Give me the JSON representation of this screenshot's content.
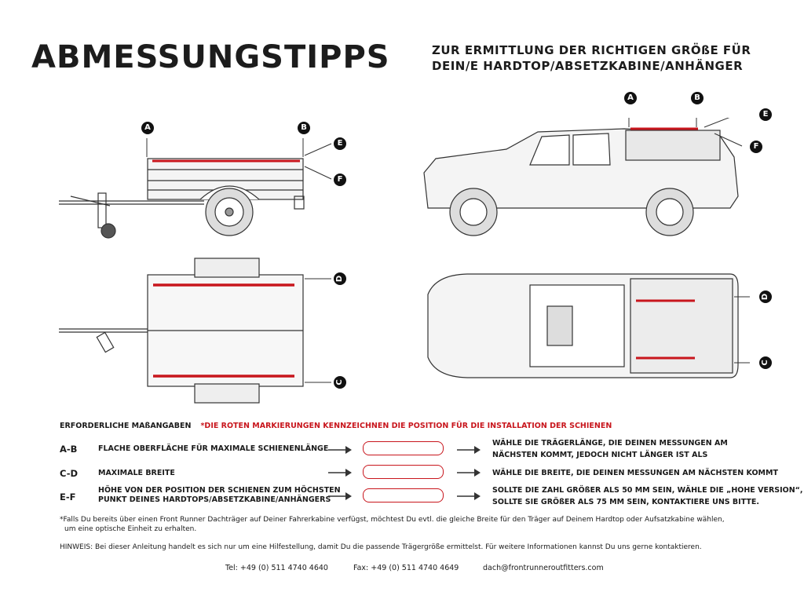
{
  "title": "ABMESSUNGSTIPPS",
  "subtitle": {
    "line1": "ZUR ERMITTLUNG DER RICHTIGEN GRÖßE FÜR",
    "line2": "DEIN/E HARDTOP/ABSETZKABINE/ANHÄNGER"
  },
  "labels": {
    "a": "A",
    "b": "B",
    "c": "C",
    "d": "D",
    "e": "E",
    "f": "F"
  },
  "required_heading": "ERFORDERLICHE MAßANGABEN",
  "red_note": "*DIE ROTEN MARKIERUNGEN KENNZEICHNEN DIE POSITION FÜR DIE INSTALLATION DER SCHIENEN",
  "rows": [
    {
      "key": "A-B",
      "desc1": "FLACHE OBERFLÄCHE FÜR MAXIMALE SCHIENENLÄNGE",
      "desc2": "",
      "result1": "WÄHLE DIE TRÄGERLÄNGE, DIE DEINEN MESSUNGEN AM",
      "result2": "NÄCHSTEN KOMMT, JEDOCH NICHT LÄNGER IST ALS"
    },
    {
      "key": "C-D",
      "desc1": "MAXIMALE BREITE",
      "desc2": "",
      "result1": "WÄHLE DIE BREITE, DIE DEINEN MESSUNGEN AM NÄCHSTEN KOMMT",
      "result2": ""
    },
    {
      "key": "E-F",
      "desc1": "HÖHE VON DER POSITION DER SCHIENEN ZUM HÖCHSTEN",
      "desc2": "PUNKT DEINES HARDTOPS/ABSETZKABINE/ANHÄNGERS",
      "result1": "SOLLTE DIE ZAHL GRÖßER ALS 50 MM SEIN, WÄHLE DIE „HOHE VERSION“,",
      "result2": "SOLLTE SIE GRÖßER ALS 75 MM SEIN, KONTAKTIERE UNS BITTE."
    }
  ],
  "footnote1": "*Falls Du bereits über einen Front Runner Dachträger auf Deiner Fahrerkabine verfügst, möchtest Du evtl. die gleiche Breite für den Träger auf Deinem Hardtop oder Aufsatzkabine wählen,",
  "footnote2": "um eine optische Einheit zu erhalten.",
  "hinweis": "HINWEIS: Bei dieser Anleitung handelt es sich nur um eine Hilfestellung, damit Du die passende Trägergröße ermittelst. Für weitere Informationen kannst Du uns gerne kontaktieren.",
  "contact": {
    "tel": "Tel: +49 (0) 511 4740 4640",
    "fax": "Fax: +49 (0) 511 4740 4649",
    "email": "dach@frontrunneroutfitters.com"
  },
  "colors": {
    "marking": "#c8161d",
    "text": "#1a1a1a"
  }
}
